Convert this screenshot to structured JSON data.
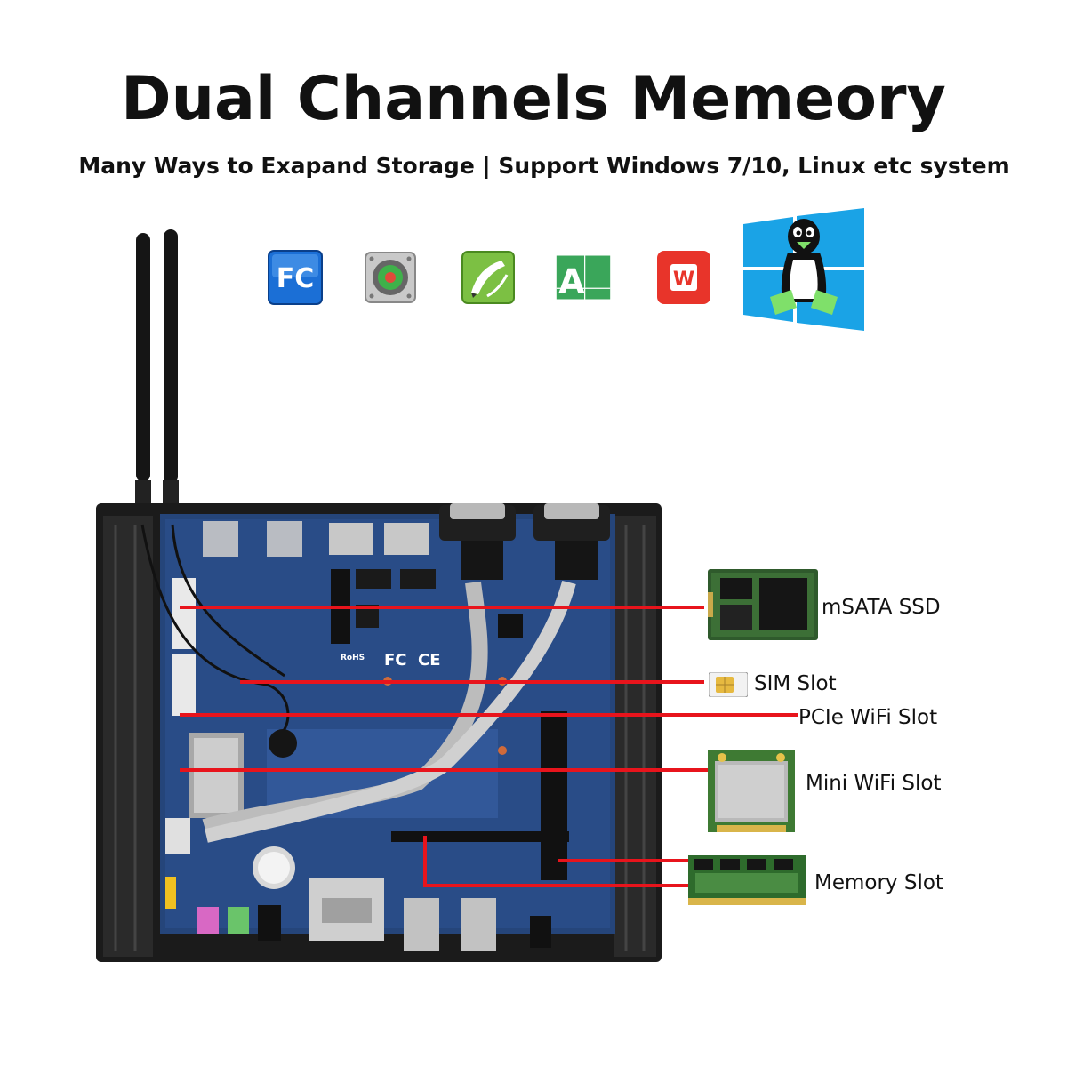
{
  "header": {
    "title": "Dual Channels Memeory",
    "subtitle": "Many Ways to Exapand Storage | Support Windows 7/10, Linux etc system"
  },
  "software_icons": [
    {
      "icon": "fc-icon",
      "text": "FC"
    },
    {
      "icon": "disk-tool-icon"
    },
    {
      "icon": "coreldraw-icon"
    },
    {
      "icon": "autocad-icon",
      "text": "A"
    },
    {
      "icon": "wps-icon",
      "text": "W"
    },
    {
      "icon": "windows-linux-icon"
    }
  ],
  "callouts": [
    {
      "name": "msata-ssd",
      "label": "mSATA SSD"
    },
    {
      "name": "sim-slot",
      "label": "SIM Slot"
    },
    {
      "name": "pcie-wifi-slot",
      "label": "PCIe WiFi Slot"
    },
    {
      "name": "mini-wifi-slot",
      "label": "Mini WiFi Slot"
    },
    {
      "name": "memory-slot",
      "label": "Memory Slot"
    }
  ],
  "colors": {
    "callout_line": "#e8141c",
    "pcb": "#25457a",
    "chassis": "#1b1b1b",
    "fc_blue": "#1b6fd6",
    "wps_red": "#e8342a",
    "autocad_green": "#3aa65a",
    "windows_blue": "#1aa3e6",
    "coreldraw_green": "#7cc043"
  }
}
